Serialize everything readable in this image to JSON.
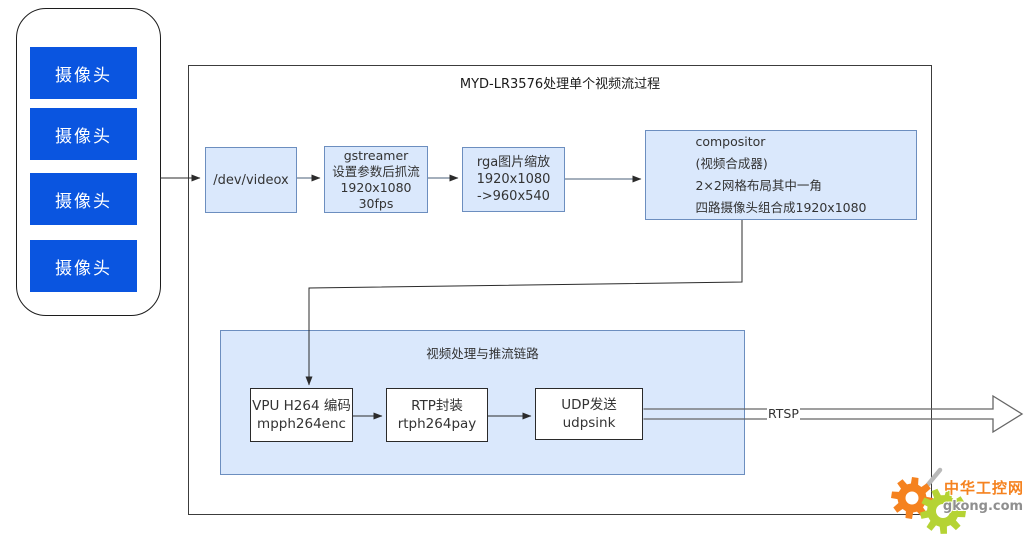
{
  "cameras": {
    "items": [
      {
        "label": "摄像头"
      },
      {
        "label": "摄像头"
      },
      {
        "label": "摄像头"
      },
      {
        "label": "摄像头"
      }
    ]
  },
  "diagram": {
    "title": "MYD-LR3576处理单个视频流过程",
    "nodes": {
      "dev": {
        "lines": [
          "/dev/videox"
        ]
      },
      "gstreamer": {
        "lines": [
          "gstreamer",
          "设置参数后抓流",
          "1920x1080",
          "30fps"
        ]
      },
      "rga": {
        "lines": [
          "rga图片缩放",
          "1920x1080",
          "->960x540"
        ]
      },
      "compositor": {
        "lines": [
          "compositor",
          "(视频合成器)",
          "2×2网格布局其中一角",
          "四路摄像头组合成1920x1080"
        ]
      }
    },
    "stream": {
      "title": "视频处理与推流链路",
      "nodes": {
        "vpu": {
          "lines": [
            "VPU H264 编码",
            "mpph264enc"
          ]
        },
        "rtp": {
          "lines": [
            "RTP封装",
            "rtph264pay"
          ]
        },
        "udp": {
          "lines": [
            "UDP发送",
            "udpsink"
          ]
        }
      }
    },
    "output_label": "RTSP"
  },
  "watermark": {
    "name": "中华工控网",
    "domain": "gkong.com"
  },
  "colors": {
    "camera_blue": "#0a55e0",
    "node_fill": "#dae8fc",
    "node_border": "#6c8ebf",
    "watermark_orange": "#f5821f",
    "watermark_green": "#b5d334"
  }
}
